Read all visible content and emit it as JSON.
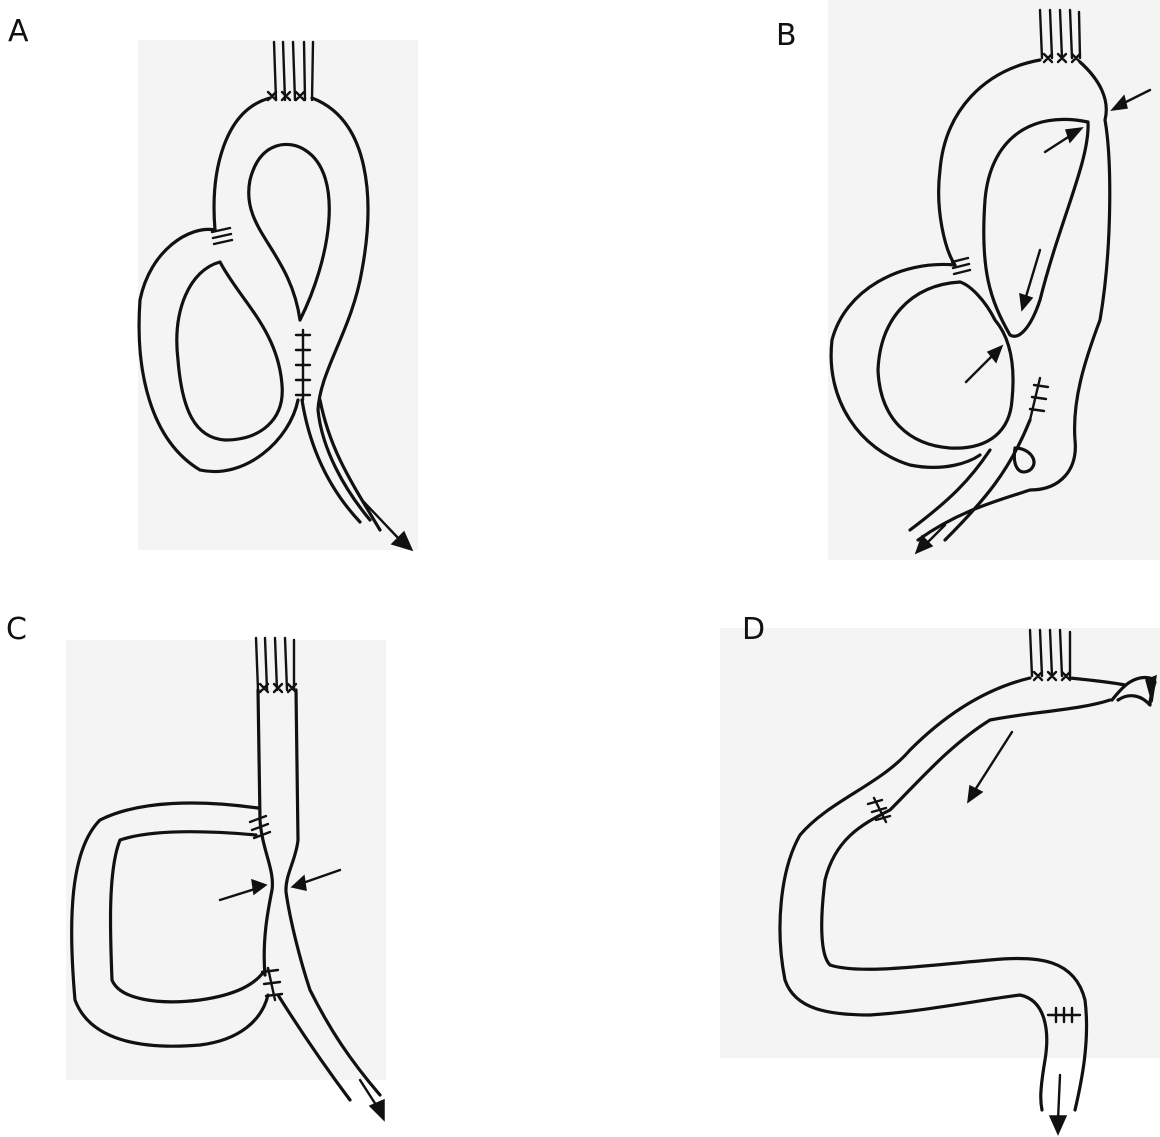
{
  "panels": [
    {
      "id": "A",
      "label": "A"
    },
    {
      "id": "B",
      "label": "B"
    },
    {
      "id": "C",
      "label": "C"
    },
    {
      "id": "D",
      "label": "D"
    }
  ],
  "colors": {
    "ink": "#111111",
    "paper": "#ffffff",
    "background_scan": "#f4f4f4"
  }
}
